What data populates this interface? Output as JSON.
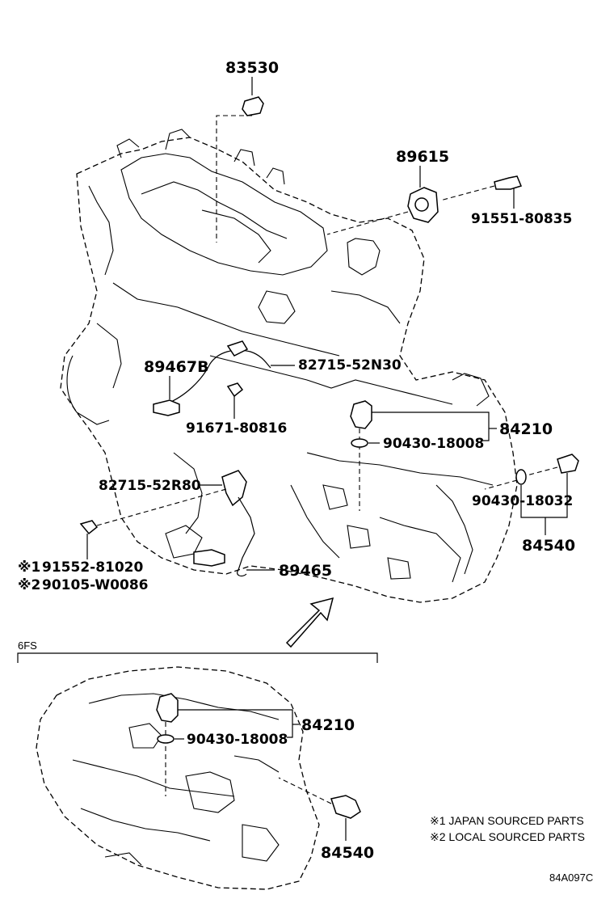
{
  "diagram": {
    "parts_upper": {
      "p83530": "83530",
      "p89615": "89615",
      "p91551": "91551-80835",
      "p82715_n30": "82715-52N30",
      "p89467b": "89467B",
      "p91671": "91671-80816",
      "p84210": "84210",
      "p90430_a": "90430-18008",
      "p82715_r80": "82715-52R80",
      "p90430_b": "90430-18032",
      "p84540": "84540",
      "p91552": "91552-81020",
      "p90105": "90105-W0086",
      "p89465": "89465"
    },
    "markers": {
      "m1": "※1",
      "m2": "※2"
    },
    "section": {
      "label": "6FS",
      "p84210": "84210",
      "p90430": "90430-18008",
      "p84540": "84540"
    },
    "legend": {
      "japan": "※1 JAPAN SOURCED PARTS",
      "local": "※2 LOCAL SOURCED PARTS"
    },
    "figure_code": "84A097C"
  }
}
